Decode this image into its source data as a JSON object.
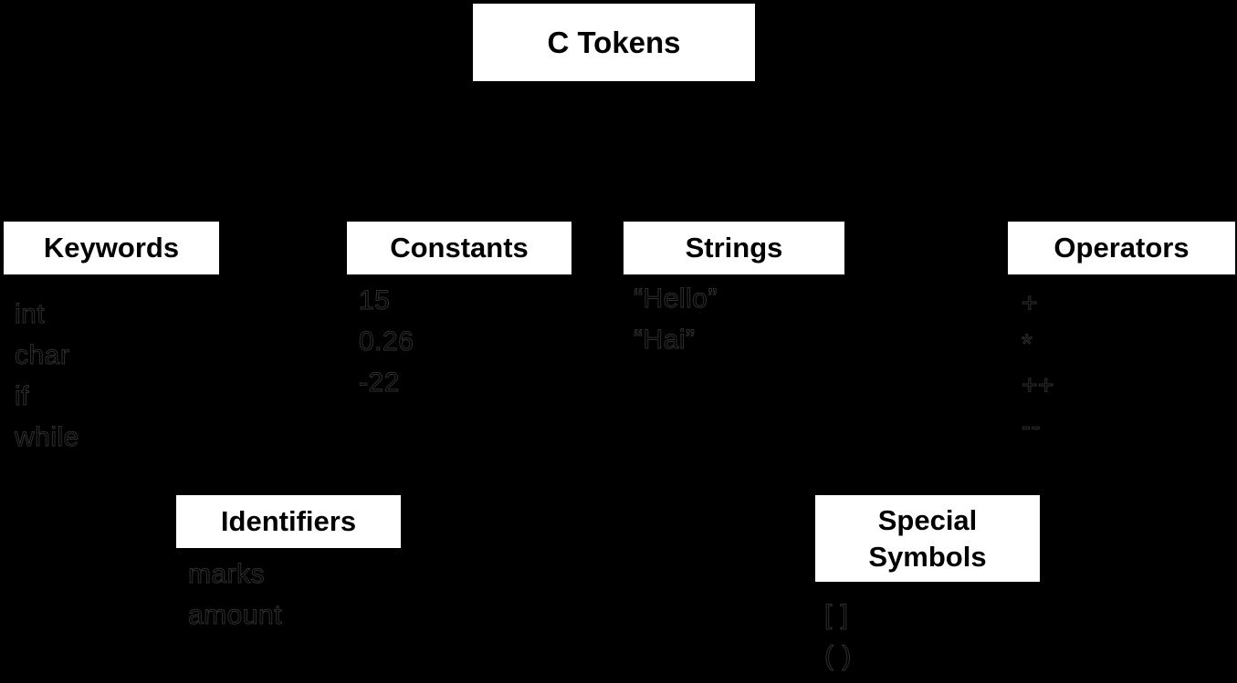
{
  "diagram": {
    "title": "C Tokens",
    "colors": {
      "background": "#000000",
      "node_background": "#ffffff",
      "node_text": "#000000",
      "example_text": "#000000",
      "example_text_edge": "#2f2f2f"
    },
    "categories": [
      {
        "id": "keywords",
        "label": "Keywords",
        "items": [
          "int",
          "char",
          "if",
          "while"
        ]
      },
      {
        "id": "constants",
        "label": "Constants",
        "items": [
          "15",
          "0.26",
          "-22"
        ]
      },
      {
        "id": "strings",
        "label": "Strings",
        "items": [
          "“Hello”",
          "“Hai”"
        ]
      },
      {
        "id": "operators",
        "label": "Operators",
        "items": [
          "+",
          "*",
          "++",
          "--"
        ]
      },
      {
        "id": "identifiers",
        "label": "Identifiers",
        "items": [
          "marks",
          "amount"
        ]
      },
      {
        "id": "special_symbols",
        "label": "Special\nSymbols",
        "items": [
          "[ ]",
          "( )"
        ]
      }
    ]
  }
}
